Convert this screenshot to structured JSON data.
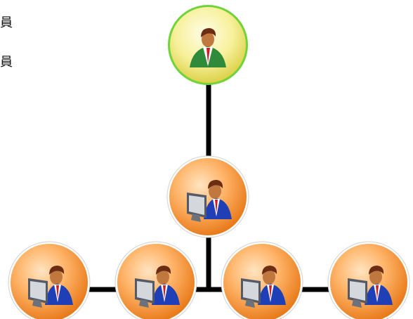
{
  "diagram": {
    "side_labels": [
      "員",
      "員"
    ],
    "nodes": [
      {
        "role": "manager",
        "icon": "businessman-icon",
        "accent": "#f3ea7a"
      },
      {
        "role": "supervisor",
        "icon": "computer-user-icon",
        "accent": "#f59a35"
      },
      {
        "role": "staff",
        "icon": "computer-user-icon",
        "accent": "#f59a35"
      },
      {
        "role": "staff",
        "icon": "computer-user-icon",
        "accent": "#f59a35"
      },
      {
        "role": "staff",
        "icon": "computer-user-icon",
        "accent": "#f59a35"
      },
      {
        "role": "staff",
        "icon": "computer-user-icon",
        "accent": "#f59a35"
      }
    ],
    "colors": {
      "connector": "#000000",
      "manager_ring": "#6fd33a",
      "manager_fill": "#f3ea7a",
      "worker_fill": "#f59a35",
      "worker_ring": "#ffffff"
    }
  }
}
